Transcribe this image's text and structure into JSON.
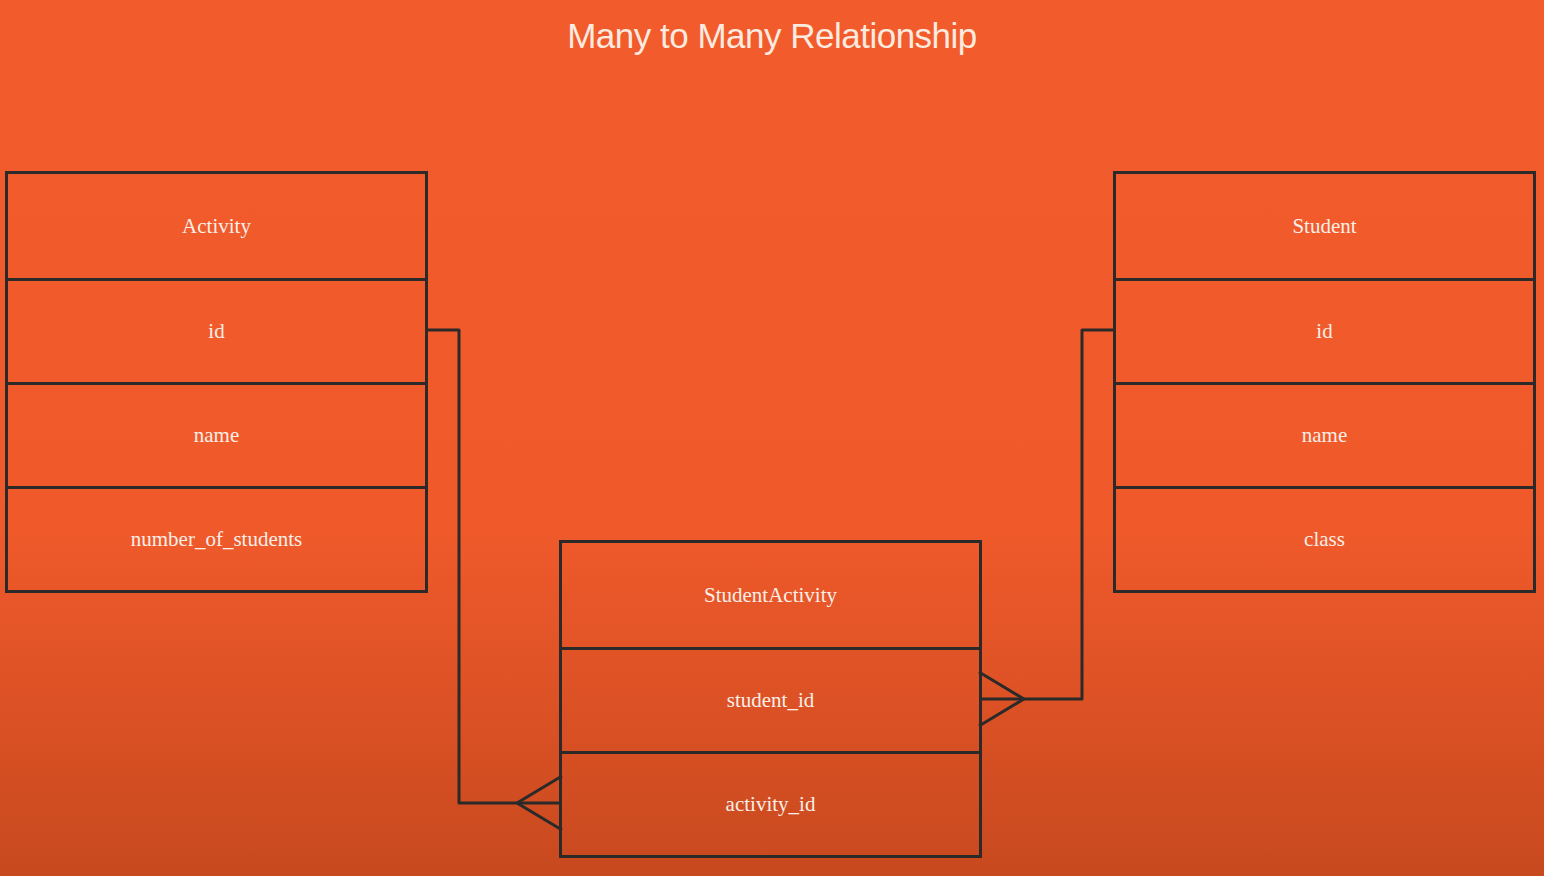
{
  "diagram": {
    "title": "Many to Many Relationship",
    "nodes": [
      {
        "text": [
          "Activity"
        ]
      },
      {
        "text": [
          "id"
        ],
        "in": 0
      },
      {
        "text": [
          "name"
        ],
        "in": 0
      },
      {
        "text": [
          "number_of_students"
        ],
        "in": 0
      },
      {
        "text": [
          "Student"
        ]
      },
      {
        "text": [
          "id"
        ],
        "in": 4
      },
      {
        "text": [
          "name"
        ],
        "in": 4
      },
      {
        "text": [
          "class"
        ],
        "in": 4
      },
      {
        "text": [
          "StudentActivity"
        ]
      },
      {
        "text": [
          "student_id"
        ],
        "in": 8
      },
      {
        "text": [
          "activity_id"
        ],
        "in": 8
      }
    ],
    "edges": [
      {
        "from": 1,
        "to": 10,
        "arrow": "to"
      },
      {
        "from": 5,
        "to": 9,
        "arrow": "to"
      }
    ]
  }
}
